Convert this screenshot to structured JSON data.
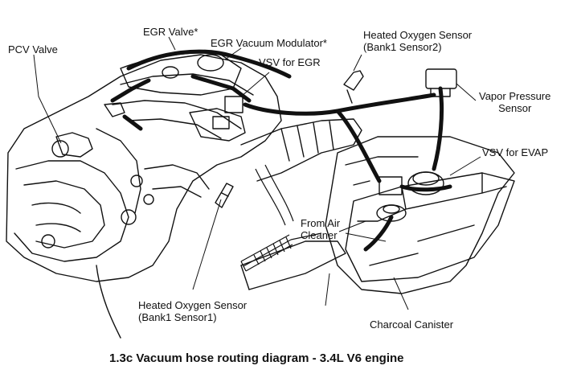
{
  "labels": {
    "pcv_valve": "PCV Valve",
    "egr_valve": "EGR Valve*",
    "egr_vacuum_modulator": "EGR Vacuum Modulator*",
    "vsv_for_egr": "VSV for EGR",
    "heated_o2_bank1_sensor2_line1": "Heated Oxygen Sensor",
    "heated_o2_bank1_sensor2_line2": "(Bank1 Sensor2)",
    "vapor_pressure_sensor_line1": "Vapor Pressure",
    "vapor_pressure_sensor_line2": "Sensor",
    "vsv_for_evap": "VSV for EVAP",
    "from_air_cleaner_line1": "From Air",
    "from_air_cleaner_line2": "Cleaner",
    "heated_o2_bank1_sensor1_line1": "Heated Oxygen Sensor",
    "heated_o2_bank1_sensor1_line2": "(Bank1 Sensor1)",
    "charcoal_canister": "Charcoal Canister"
  },
  "caption": "1.3c  Vacuum hose routing diagram - 3.4L V6 engine",
  "colors": {
    "ink": "#111111",
    "paper": "#ffffff"
  }
}
